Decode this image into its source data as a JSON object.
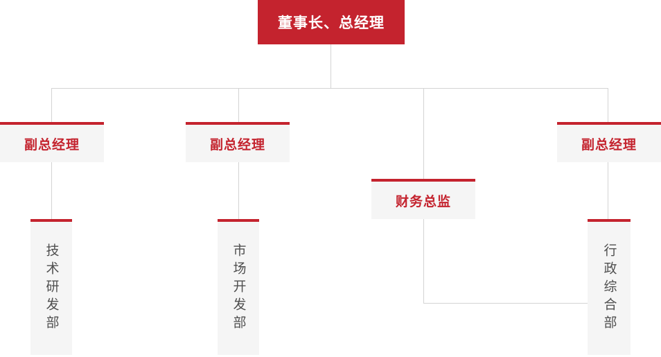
{
  "palette": {
    "accent_red": "#c4232e",
    "node_background": "#f5f5f5",
    "connector_line": "#d3d3d3",
    "department_text": "#4f4f4f",
    "root_text": "#ffffff"
  },
  "org_chart": {
    "root": {
      "label": "董事长、总经理"
    },
    "managers": [
      {
        "label": "副总经理"
      },
      {
        "label": "副总经理"
      },
      {
        "label": "财务总监"
      },
      {
        "label": "副总经理"
      }
    ],
    "departments": [
      {
        "label": "技术研发部"
      },
      {
        "label": "市场开发部"
      },
      {
        "label": "行政综合部"
      }
    ]
  }
}
